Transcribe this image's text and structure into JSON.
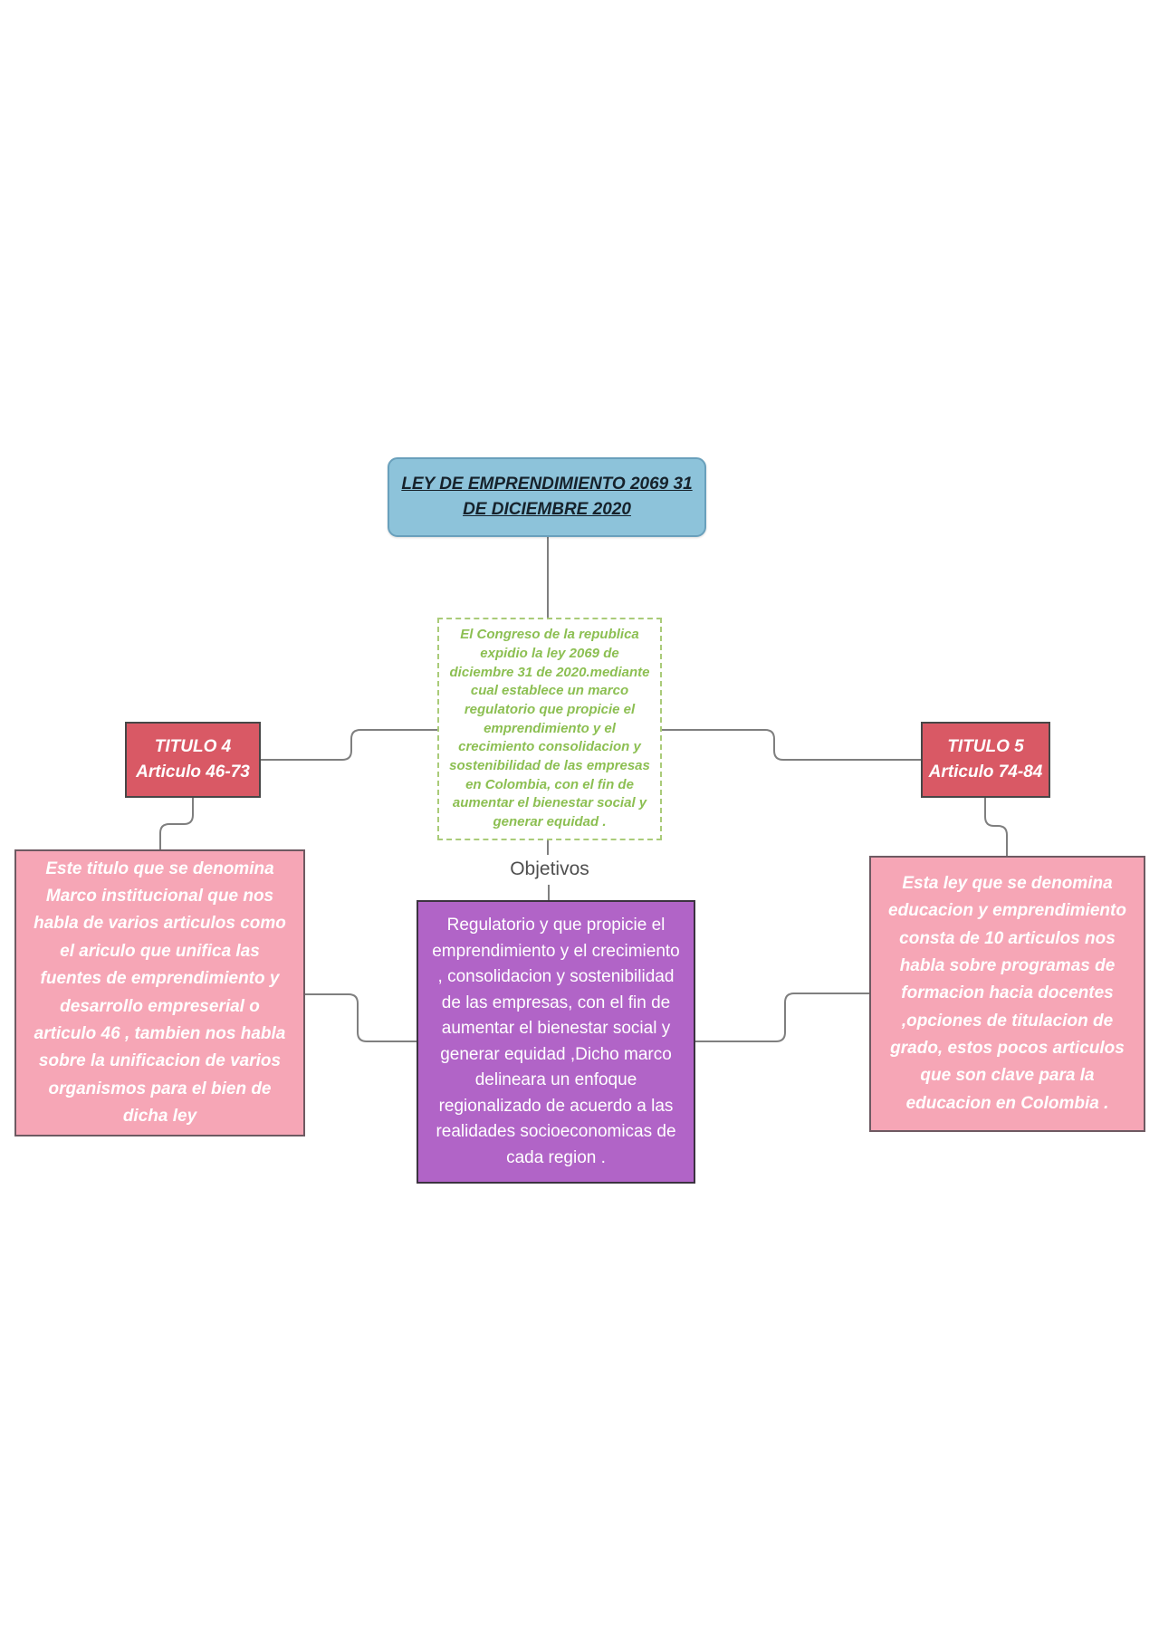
{
  "palette": {
    "blue_fill": "#8dc3da",
    "blue_border": "#69a0bc",
    "red_fill": "#d95965",
    "red_border": "#474747",
    "pink_fill": "#f6a6b6",
    "pink_border": "#6e5a62",
    "purple_fill": "#b164c7",
    "purple_border": "#3c3340",
    "green_text": "#8cbf52",
    "green_border": "#aacb79",
    "connector": "#7f7f7f",
    "title_text": "#16222b",
    "label_text": "#4f4f4f"
  },
  "diagram": {
    "title_box": {
      "line1": "LEY DE EMPRENDIMIENTO 2069 31",
      "line2": "DE DICIEMBRE 2020"
    },
    "congress_note": {
      "text": "El Congreso de la republica expidio la ley 2069 de diciembre 31 de 2020.mediante cual establece un marco regulatorio que propicie el emprendimiento y el crecimiento consolidacion y sostenibilidad de las empresas en Colombia, con el fin de aumentar  el bienestar social y generar equidad  ."
    },
    "objetivos_label": "Objetivos",
    "objectives_box": {
      "text": "Regulatorio y que propicie el emprendimiento y el crecimiento , consolidacion y sostenibilidad de las empresas, con el fin de aumentar el bienestar social y generar equidad ,Dicho marco delineara un enfoque regionalizado de acuerdo a las realidades socioeconomicas de cada region ."
    },
    "titulo4": {
      "line1": "TITULO 4",
      "line2": "Articulo 46-73"
    },
    "titulo5": {
      "line1": "TITULO 5",
      "line2": "Articulo 74-84"
    },
    "titulo4_detail": {
      "text": "Este titulo que se denomina Marco institucional que nos habla de varios articulos como el ariculo que unifica las fuentes de emprendimiento y desarrollo empreserial   o articulo 46 , tambien nos habla sobre la unificacion de varios organismos para el bien de dicha ley"
    },
    "titulo5_detail": {
      "text": "Esta ley que se denomina educacion y emprendimiento consta  de  10 articulos nos habla   sobre programas de formacion hacia docentes ,opciones de titulacion de grado, estos pocos articulos que son clave para la educacion en Colombia ."
    }
  }
}
